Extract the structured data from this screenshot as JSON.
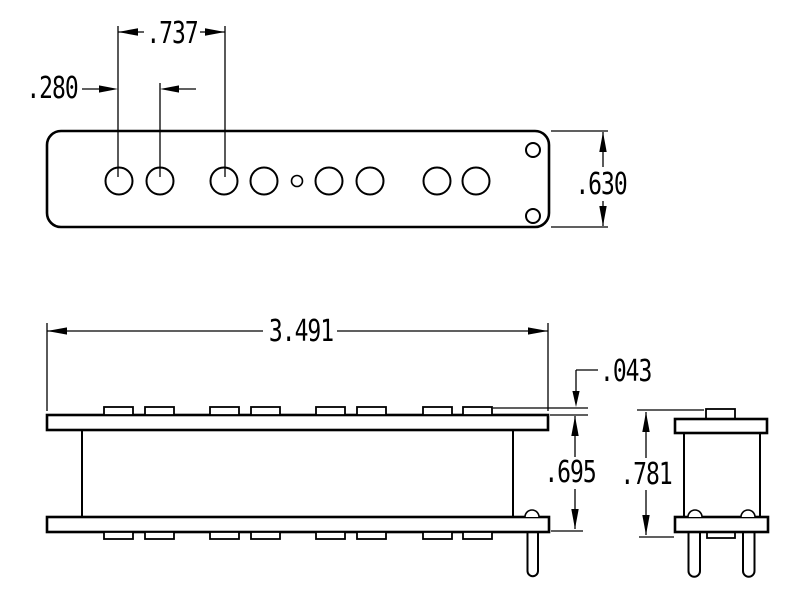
{
  "drawing": {
    "type": "technical-drawing-three-view",
    "subject": "pickup bobbin with pole holes, flanges and terminal pins",
    "background_color": "#ffffff",
    "line_color": "#000000",
    "views": {
      "top_view": {
        "pole_hole_count": 8,
        "center_hole_count": 1,
        "corner_hole_count": 2
      },
      "side_view": {
        "pole_tab_count_top": 8,
        "pole_tab_count_bottom": 8,
        "pin_count": 1
      },
      "end_view": {
        "pin_count": 2
      }
    },
    "dimensions": {
      "hole_spacing_outer": ".737",
      "hole_spacing_adjacent": ".280",
      "body_width": ".630",
      "overall_length": "3.491",
      "pole_protrusion": ".043",
      "body_height": ".695",
      "overall_height": ".781"
    }
  }
}
